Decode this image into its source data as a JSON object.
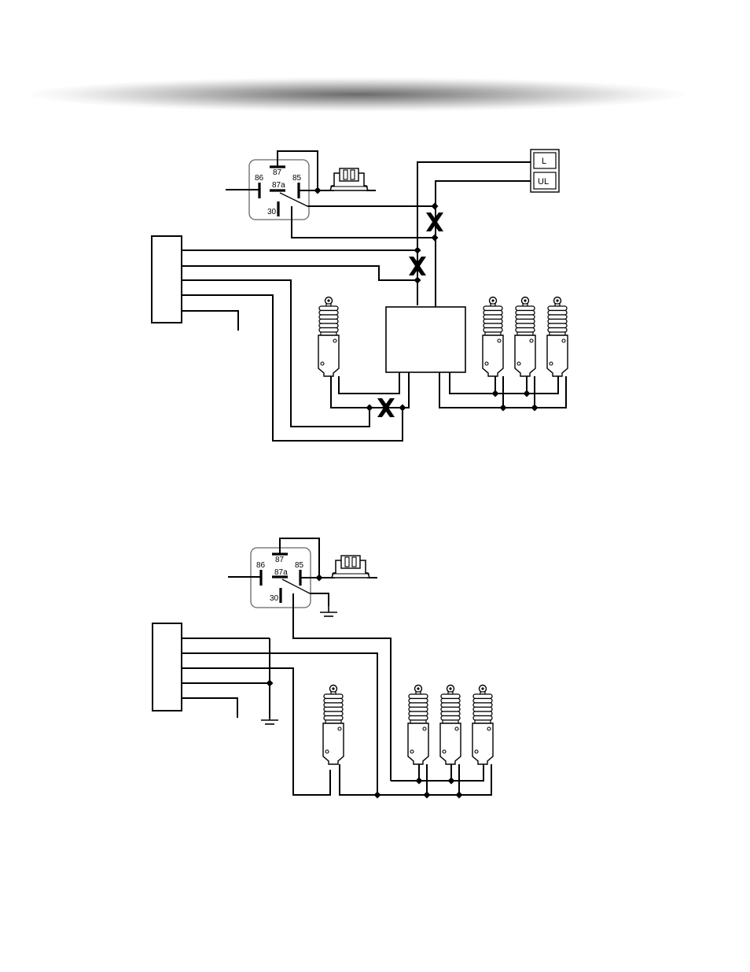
{
  "diagram_top": {
    "relay": {
      "pin_86": "86",
      "pin_87": "87",
      "pin_87a": "87a",
      "pin_85": "85",
      "pin_30": "30"
    },
    "switch": {
      "lock_label": "L",
      "unlock_label": "UL"
    }
  },
  "diagram_bottom": {
    "relay": {
      "pin_86": "86",
      "pin_87": "87",
      "pin_87a": "87a",
      "pin_85": "85",
      "pin_30": "30"
    }
  },
  "colors": {
    "line": "#000000",
    "relay_border": "#666666",
    "header_shade": "#6a6a6a"
  }
}
